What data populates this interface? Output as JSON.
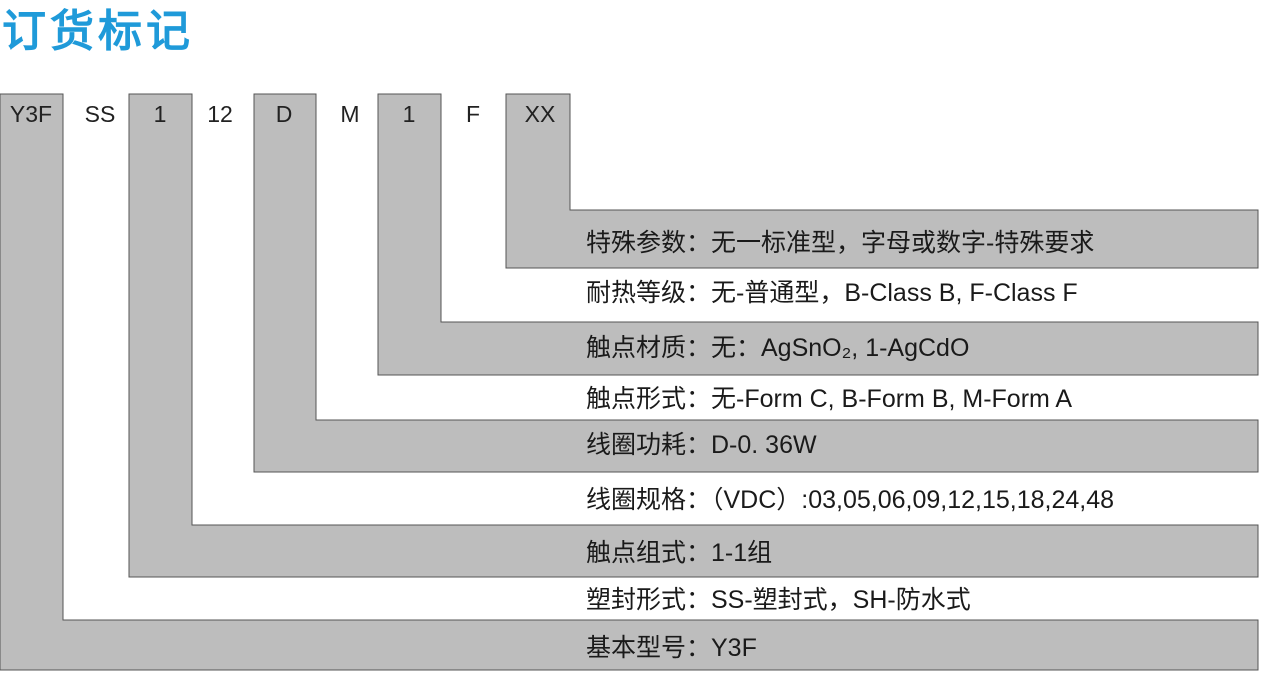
{
  "title": "订货标记",
  "colors": {
    "title": "#1f9ad9",
    "box_fill": "#bdbdbd",
    "box_stroke": "#555555"
  },
  "codes": [
    "Y3F",
    "SS",
    "1",
    "12",
    "D",
    "M",
    "1",
    "F",
    "XX"
  ],
  "descriptions": [
    "特殊参数：无一标准型，字母或数字-特殊要求",
    "耐热等级：无-普通型，B-Class B, F-Class F",
    "触点材质：无：AgSnO₂, 1-AgCdO",
    "触点形式：无-Form C, B-Form B, M-Form A",
    "线圈功耗：D-0. 36W",
    "线圈规格：（VDC）:03,05,06,09,12,15,18,24,48",
    "触点组式：1-1组",
    "塑封形式：SS-塑封式，SH-防水式",
    "基本型号：Y3F"
  ]
}
